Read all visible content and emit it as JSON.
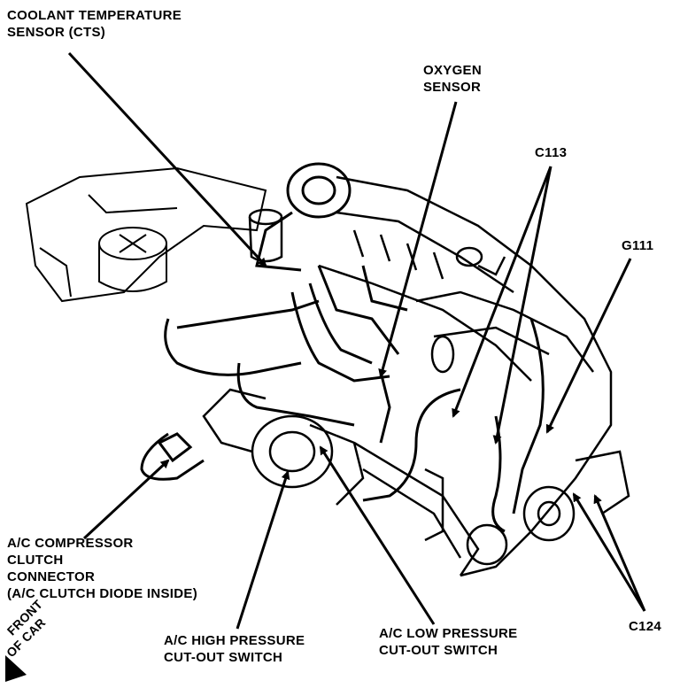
{
  "labels": {
    "cts": [
      "COOLANT TEMPERATURE",
      "SENSOR (CTS)"
    ],
    "oxygen": [
      "OXYGEN",
      "SENSOR"
    ],
    "c113": "C113",
    "g111": "G111",
    "ac_clutch": [
      "A/C COMPRESSOR",
      "CLUTCH",
      "CONNECTOR",
      "(A/C CLUTCH DIODE INSIDE)"
    ],
    "ac_high": [
      "A/C HIGH PRESSURE",
      "CUT-OUT SWITCH"
    ],
    "ac_low": [
      "A/C LOW PRESSURE",
      "CUT-OUT SWITCH"
    ],
    "c124": "C124",
    "front": [
      "FRONT",
      "OF CAR"
    ]
  }
}
